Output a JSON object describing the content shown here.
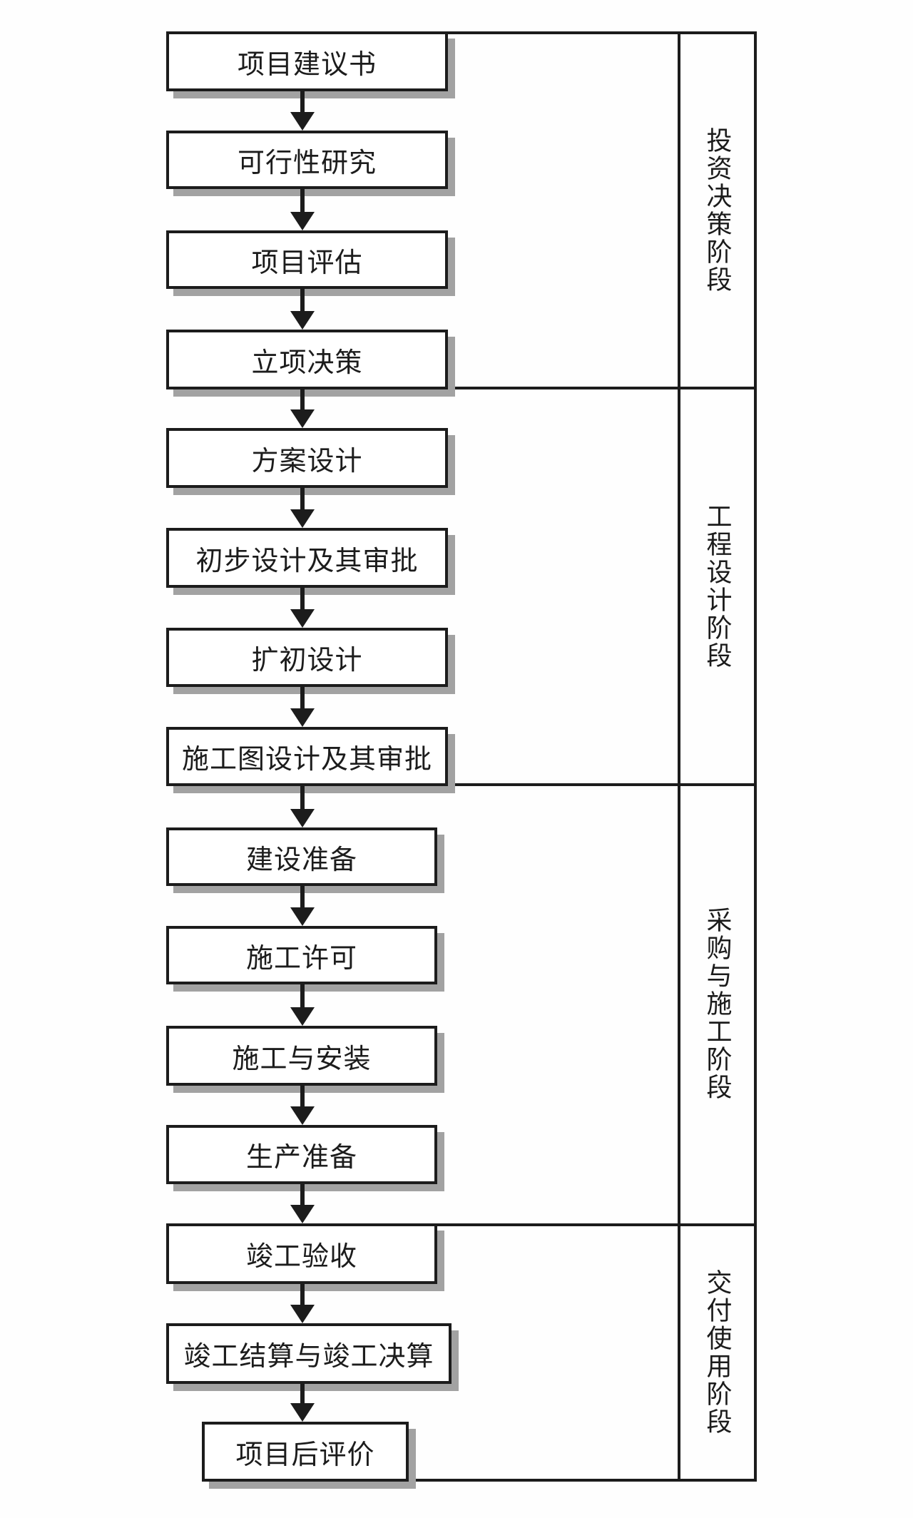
{
  "diagram": {
    "type": "flowchart",
    "direction": "top-down",
    "language": "zh-CN"
  },
  "boxes": [
    {
      "label": "项目建议书"
    },
    {
      "label": "可行性研究"
    },
    {
      "label": "项目评估"
    },
    {
      "label": "立项决策"
    },
    {
      "label": "方案设计"
    },
    {
      "label": "初步设计及其审批"
    },
    {
      "label": "扩初设计"
    },
    {
      "label": "施工图设计及其审批"
    },
    {
      "label": "建设准备"
    },
    {
      "label": "施工许可"
    },
    {
      "label": "施工与安装"
    },
    {
      "label": "生产准备"
    },
    {
      "label": "竣工验收"
    },
    {
      "label": "竣工结算与竣工决算"
    },
    {
      "label": "项目后评价"
    }
  ],
  "stages": [
    {
      "label": "投资决策阶段"
    },
    {
      "label": "工程设计阶段"
    },
    {
      "label": "采购与施工阶段"
    },
    {
      "label": "交付使用阶段"
    }
  ],
  "colors": {
    "line": "#1c1c1c",
    "shadow": "#a2a2a2",
    "background": "#ffffff",
    "box_fill": "#ffffff"
  }
}
